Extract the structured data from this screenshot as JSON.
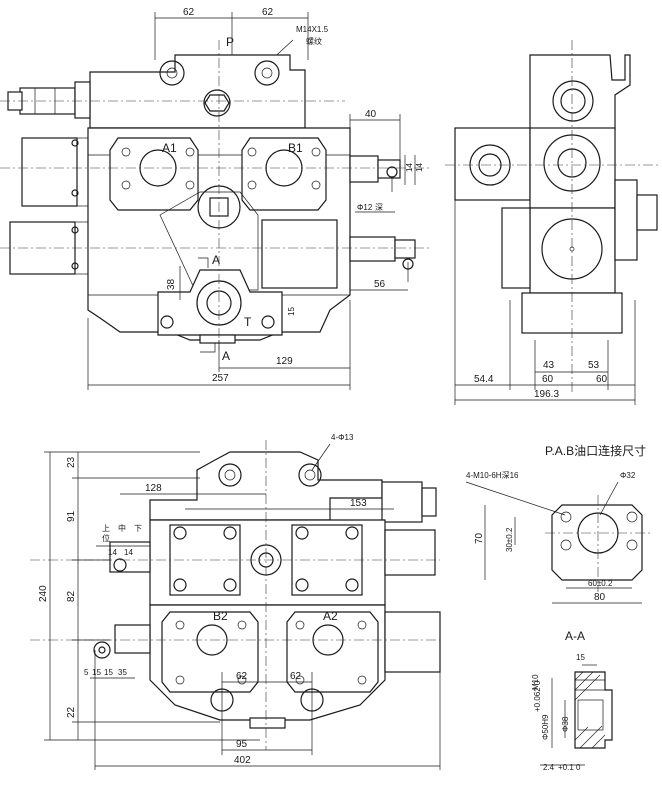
{
  "top_view": {
    "dims": {
      "d62_left": "62",
      "d62_right": "62",
      "d40": "40",
      "d14": "14",
      "d14b": "14",
      "d12": "Φ12",
      "d12_note": "深",
      "d38": "38",
      "d15": "15",
      "d56": "56",
      "d129": "129",
      "d257": "257"
    },
    "thread_note": "M14X1.5",
    "thread_note2": "螺纹",
    "port_p": "P",
    "port_a1": "A1",
    "port_b1": "B1",
    "port_t": "T",
    "section_a": "A",
    "section_a2": "A"
  },
  "side_view": {
    "dims": {
      "d54": "54.4",
      "d60a": "60",
      "d60b": "60",
      "d43": "43",
      "d53": "53",
      "d196": "196.3"
    }
  },
  "bottom_view": {
    "dims": {
      "d23": "23",
      "d91": "91",
      "d240": "240",
      "d82": "82",
      "d22": "22",
      "d128": "128",
      "d153": "153",
      "d4_13": "4-Φ13",
      "d62a": "62",
      "d62b": "62",
      "d95": "95",
      "d402": "402",
      "d15": "15",
      "d15b": "15",
      "d35": "35",
      "d14a": "14",
      "d14b": "14",
      "d5": "5"
    },
    "port_b2": "B2",
    "port_a2": "A2",
    "labels_up": "上",
    "labels_mid": "中",
    "labels_down": "下",
    "labels_side": "位"
  },
  "flange_detail": {
    "title": "P.A.B油口连接尺寸",
    "thread": "4-M10-6H深16",
    "bore": "Φ32",
    "d70": "70",
    "d30": "30±0.2",
    "d60": "60±0.2",
    "d80": "80"
  },
  "section_detail": {
    "title": "A-A",
    "d15": "15",
    "m10": "M10",
    "d50": "Φ50H9",
    "d38": "Φ38",
    "tol": "+0.062 0",
    "d24": "2.4",
    "d24note": "+0.1 0"
  }
}
